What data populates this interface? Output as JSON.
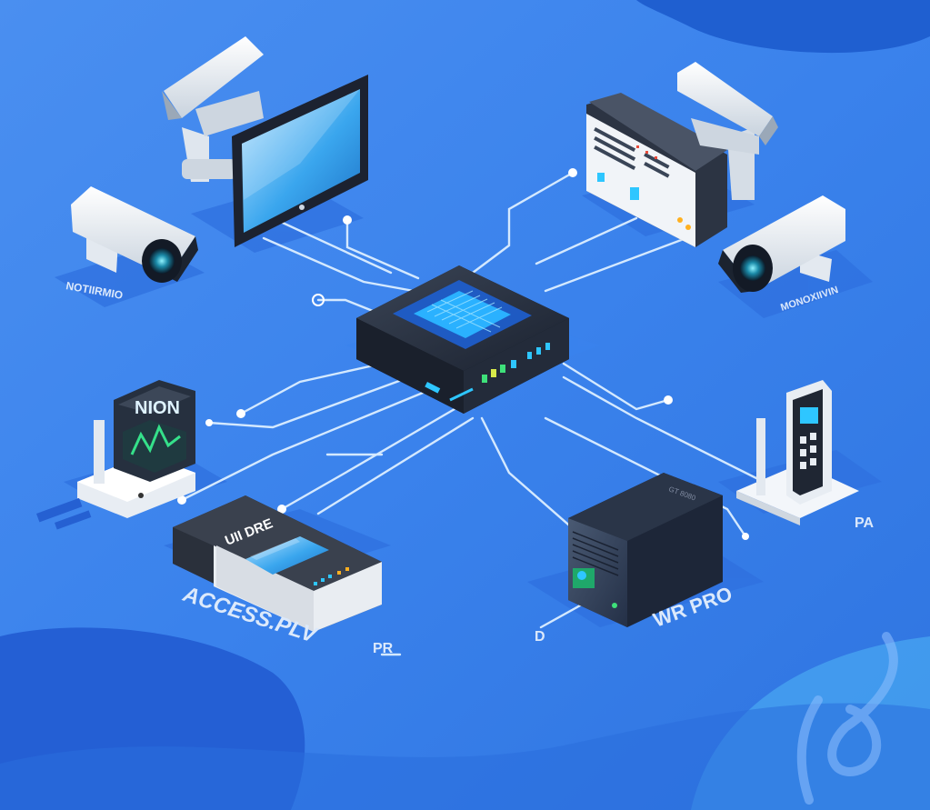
{
  "labels": {
    "camera_left": "NOTIIRMIO",
    "camera_right": "MONOXIIVIN",
    "gateway_screen": "NION",
    "reader_face": "UII DRE",
    "access_caption": "ACCESS.PLV",
    "access_sub": "PR",
    "nvr_caption": "WR PRO",
    "nvr_sub": "D",
    "keypad_caption": "PA",
    "nvr_top": "GT 8080"
  },
  "colors": {
    "background": "#3b86ee",
    "accent": "#2ec6ff",
    "line": "#d4e9ff",
    "device_dark": "#1f2633",
    "device_light": "#f2f5f9"
  },
  "icons": [
    "cctv-camera-icon",
    "monitor-icon",
    "hub-icon",
    "control-panel-icon",
    "access-reader-icon",
    "nvr-icon",
    "keypad-icon",
    "gateway-icon",
    "brand-mark-icon"
  ]
}
